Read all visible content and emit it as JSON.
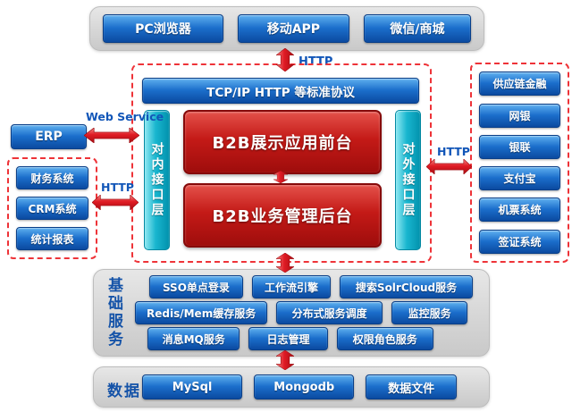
{
  "colors": {
    "button_blue": "#1b6ecb",
    "box_red": "#c41a17",
    "bar_cyan": "#19b6cf",
    "arrow_red": "#e01b24",
    "panel_gray": "#d6d6d6",
    "label_blue": "#1256b8"
  },
  "clients": {
    "items": [
      "PC浏览器",
      "移动APP",
      "微信/商城"
    ]
  },
  "connectors": {
    "http_top": "HTTP",
    "web_service": "Web Service",
    "http_left": "HTTP",
    "http_right": "HTTP"
  },
  "platform": {
    "protocol_bar": "TCP/IP HTTP 等标准协议",
    "internal_interface": "对内接口层",
    "external_interface": "对外接口层",
    "frontend": "B2B展示应用前台",
    "backend": "B2B业务管理后台"
  },
  "internal_systems": {
    "erp": "ERP",
    "items": [
      "财务系统",
      "CRM系统",
      "统计报表"
    ]
  },
  "external_systems": {
    "items": [
      "供应链金融",
      "网银",
      "银联",
      "支付宝",
      "机票系统",
      "签证系统"
    ]
  },
  "base_services": {
    "title": "基础服务",
    "row1": [
      "SSO单点登录",
      "工作流引擎",
      "搜索SolrCloud服务"
    ],
    "row2": [
      "Redis/Mem缓存服务",
      "分布式服务调度",
      "监控服务"
    ],
    "row3": [
      "消息MQ服务",
      "日志管理",
      "权限角色服务"
    ]
  },
  "data_layer": {
    "title": "数据",
    "items": [
      "MySql",
      "Mongodb",
      "数据文件"
    ]
  }
}
